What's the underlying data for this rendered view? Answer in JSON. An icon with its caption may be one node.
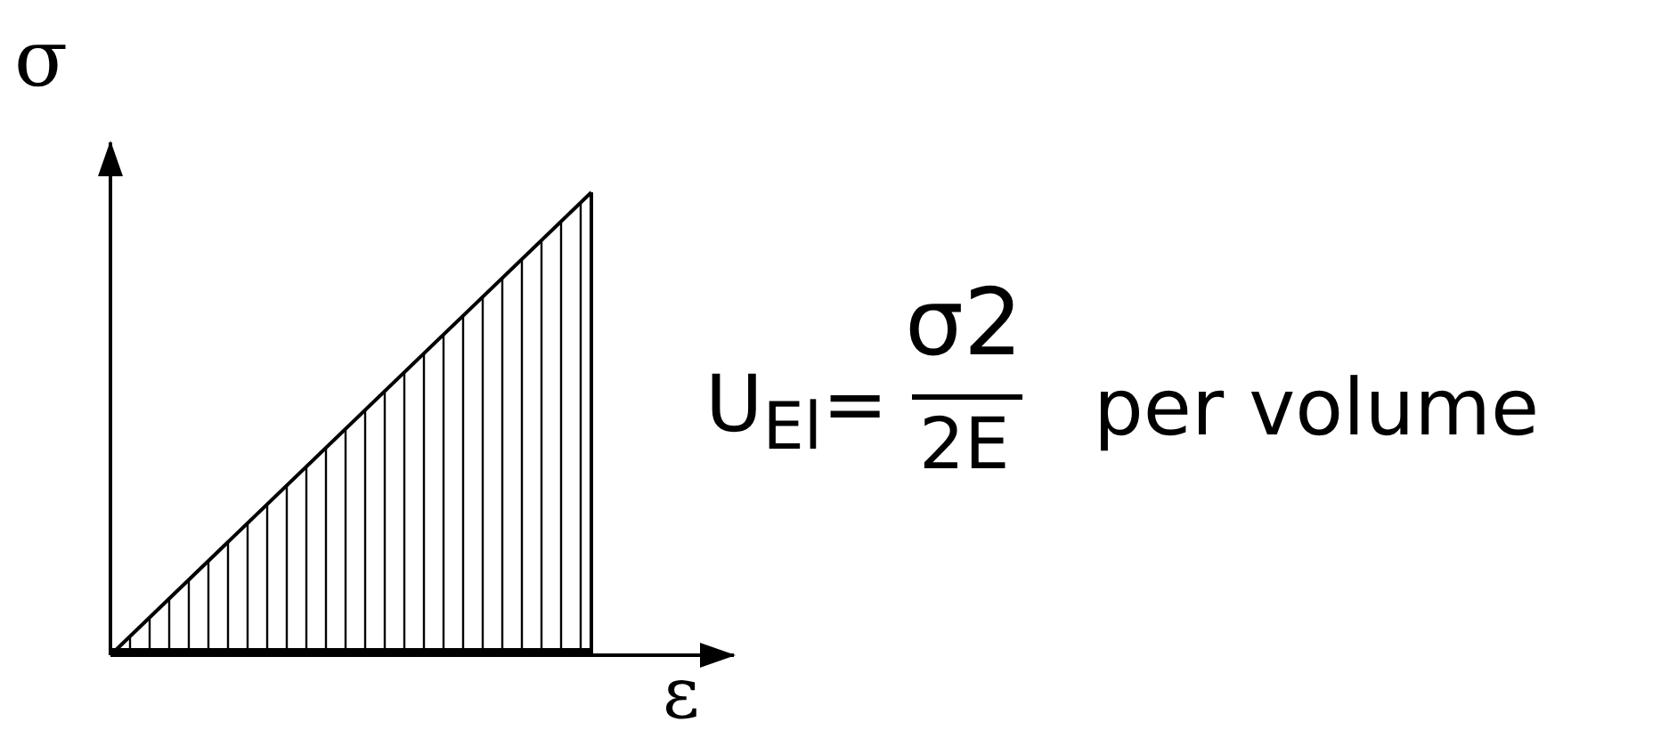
{
  "diagram": {
    "labels": [
      "σ",
      "ε",
      "U$_{El}$=",
      "σ2",
      "2E",
      "per volume"
    ]
  }
}
